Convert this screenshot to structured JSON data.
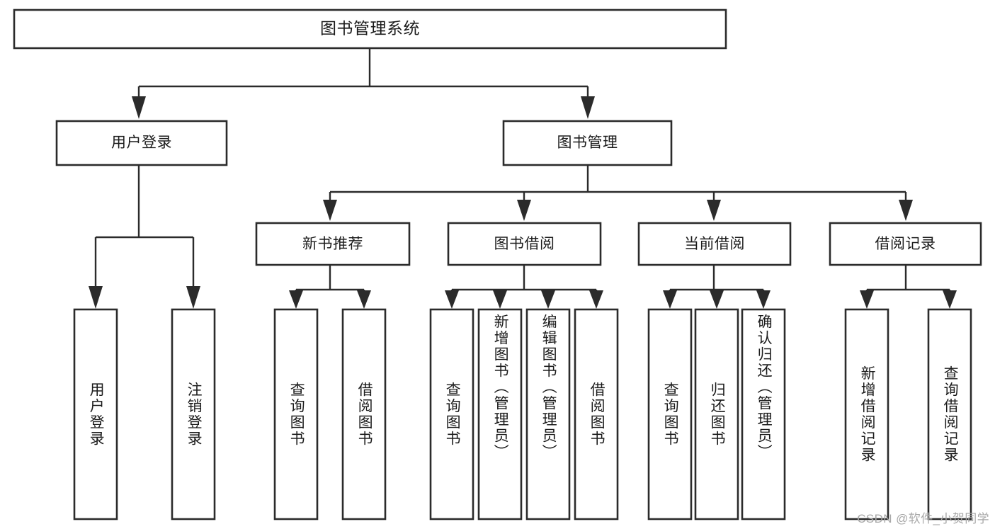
{
  "diagram": {
    "type": "tree",
    "title": "图书管理系统",
    "colors": {
      "background": "#ffffff",
      "box_stroke": "#2b2b2b",
      "box_fill": "#ffffff",
      "text": "#1b1b1b",
      "watermark": "#a8a8a8"
    },
    "root": {
      "label": "图书管理系统"
    },
    "level2": [
      {
        "label": "用户登录"
      },
      {
        "label": "图书管理"
      }
    ],
    "level3": [
      {
        "label": "新书推荐"
      },
      {
        "label": "图书借阅"
      },
      {
        "label": "当前借阅"
      },
      {
        "label": "借阅记录"
      }
    ],
    "leaves": {
      "user_login": [
        {
          "label": "用户登录"
        },
        {
          "label": "注销登录"
        }
      ],
      "new_book_recommend": [
        {
          "label": "查询图书"
        },
        {
          "label": "借阅图书"
        }
      ],
      "book_borrow": [
        {
          "label": "查询图书"
        },
        {
          "label": "新增图书（管理员）"
        },
        {
          "label": "编辑图书（管理员）"
        },
        {
          "label": "借阅图书"
        }
      ],
      "current_borrow": [
        {
          "label": "查询图书"
        },
        {
          "label": "归还图书"
        },
        {
          "label": "确认归还（管理员）"
        }
      ],
      "borrow_record": [
        {
          "label": "新增借阅记录"
        },
        {
          "label": "查询借阅记录"
        }
      ]
    }
  },
  "watermark": {
    "text": "CSDN @软件_小贺同学"
  }
}
